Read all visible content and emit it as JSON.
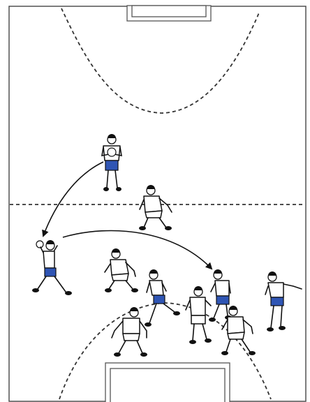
{
  "colors": {
    "attacker_shorts": "#2f55b4",
    "defender_shorts": "#ffffff",
    "shirt": "#ffffff",
    "outline": "#111111"
  },
  "players": [
    {
      "name": "player-top-back",
      "team": "attack",
      "pose": "standing-ball"
    },
    {
      "name": "player-center-back",
      "team": "defense",
      "pose": "crouch"
    },
    {
      "name": "player-left-wing",
      "team": "attack",
      "pose": "jump-shot"
    },
    {
      "name": "player-defender-left",
      "team": "defense",
      "pose": "crouch"
    },
    {
      "name": "player-pivot",
      "team": "attack",
      "pose": "running"
    },
    {
      "name": "player-defender-middle",
      "team": "defense",
      "pose": "standing"
    },
    {
      "name": "player-attacker-right-back",
      "team": "attack",
      "pose": "receiving"
    },
    {
      "name": "player-defender-right",
      "team": "defense",
      "pose": "crouch"
    },
    {
      "name": "player-right-wing",
      "team": "attack",
      "pose": "running"
    },
    {
      "name": "player-defender-bottom",
      "team": "defense",
      "pose": "crouch"
    }
  ]
}
